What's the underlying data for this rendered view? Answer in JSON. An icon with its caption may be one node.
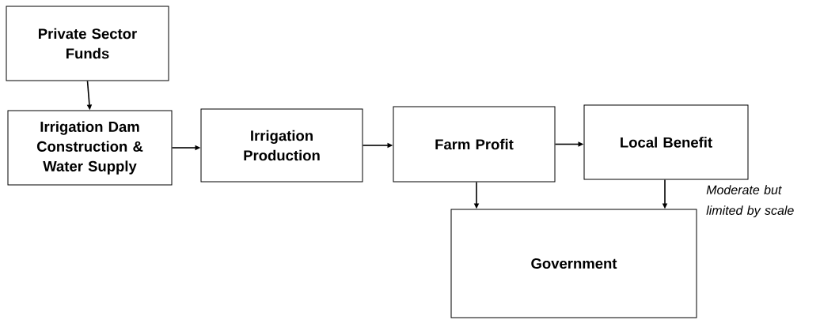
{
  "diagram": {
    "nodes": [
      {
        "text": [
          "Private Sector Funds"
        ]
      },
      {
        "text": [
          "Irrigation Dam Construction & Water Supply"
        ]
      },
      {
        "text": [
          "Irrigation Production"
        ]
      },
      {
        "text": [
          "Farm Profit"
        ]
      },
      {
        "text": [
          "Local Benefit"
        ]
      },
      {
        "text": [
          "Government"
        ]
      }
    ],
    "edges": [
      {
        "from": 0,
        "to": 1,
        "arrow": "to"
      },
      {
        "from": 1,
        "to": 2,
        "arrow": "to"
      },
      {
        "from": 2,
        "to": 3,
        "arrow": "to"
      },
      {
        "from": 3,
        "to": 4,
        "arrow": "to"
      },
      {
        "from": 3,
        "to": 5,
        "arrow": "to"
      },
      {
        "from": 4,
        "to": 5,
        "arrow": "to"
      }
    ],
    "labels": [
      "Moderate but limited by scale"
    ]
  }
}
